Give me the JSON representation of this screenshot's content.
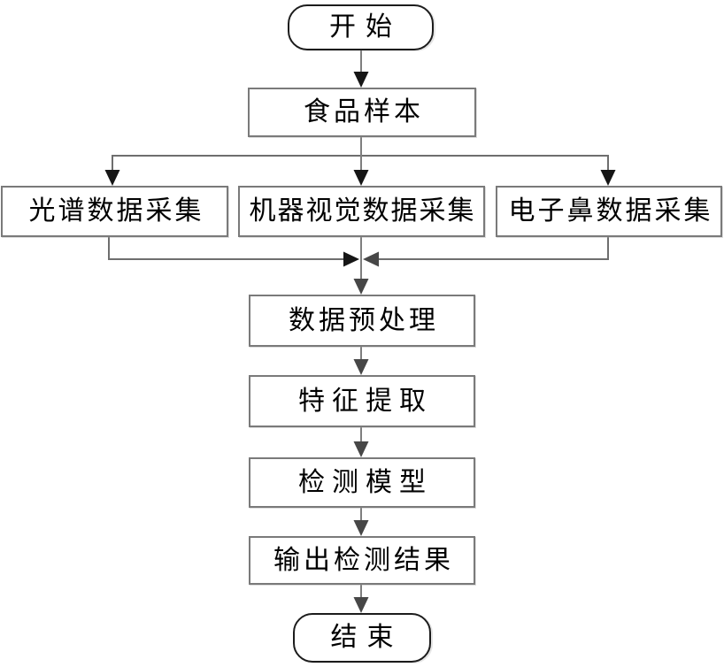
{
  "diagram": {
    "type": "flowchart",
    "description": "Food detection data-fusion workflow flowchart",
    "nodes": {
      "start": {
        "label": "开始",
        "shape": "terminal"
      },
      "sample": {
        "label": "食品样本",
        "shape": "process"
      },
      "spectral": {
        "label": "光谱数据采集",
        "shape": "process"
      },
      "vision": {
        "label": "机器视觉数据采集",
        "shape": "process"
      },
      "enose": {
        "label": "电子鼻数据采集",
        "shape": "process"
      },
      "preprocess": {
        "label": "数据预处理",
        "shape": "process"
      },
      "feature": {
        "label": "特征提取",
        "shape": "process"
      },
      "model": {
        "label": "检测模型",
        "shape": "process"
      },
      "output": {
        "label": "输出检测结果",
        "shape": "process"
      },
      "end": {
        "label": "结束",
        "shape": "terminal"
      }
    },
    "edges": [
      {
        "from": "开始",
        "to": "食品样本"
      },
      {
        "from": "食品样本",
        "to": "光谱数据采集"
      },
      {
        "from": "食品样本",
        "to": "机器视觉数据采集"
      },
      {
        "from": "食品样本",
        "to": "电子鼻数据采集"
      },
      {
        "from": "光谱数据采集",
        "to": "数据预处理"
      },
      {
        "from": "机器视觉数据采集",
        "to": "数据预处理"
      },
      {
        "from": "电子鼻数据采集",
        "to": "数据预处理"
      },
      {
        "from": "数据预处理",
        "to": "特征提取"
      },
      {
        "from": "特征提取",
        "to": "检测模型"
      },
      {
        "from": "检测模型",
        "to": "输出检测结果"
      },
      {
        "from": "输出检测结果",
        "to": "结束"
      }
    ],
    "colors": {
      "background": "#ffffff",
      "process_border": "#7a7a7a",
      "terminal_border": "#1c1c1c",
      "line": "#7f7f7f",
      "arrow_black": "#161616",
      "arrow_gray": "#474747",
      "text": "#000000"
    }
  }
}
